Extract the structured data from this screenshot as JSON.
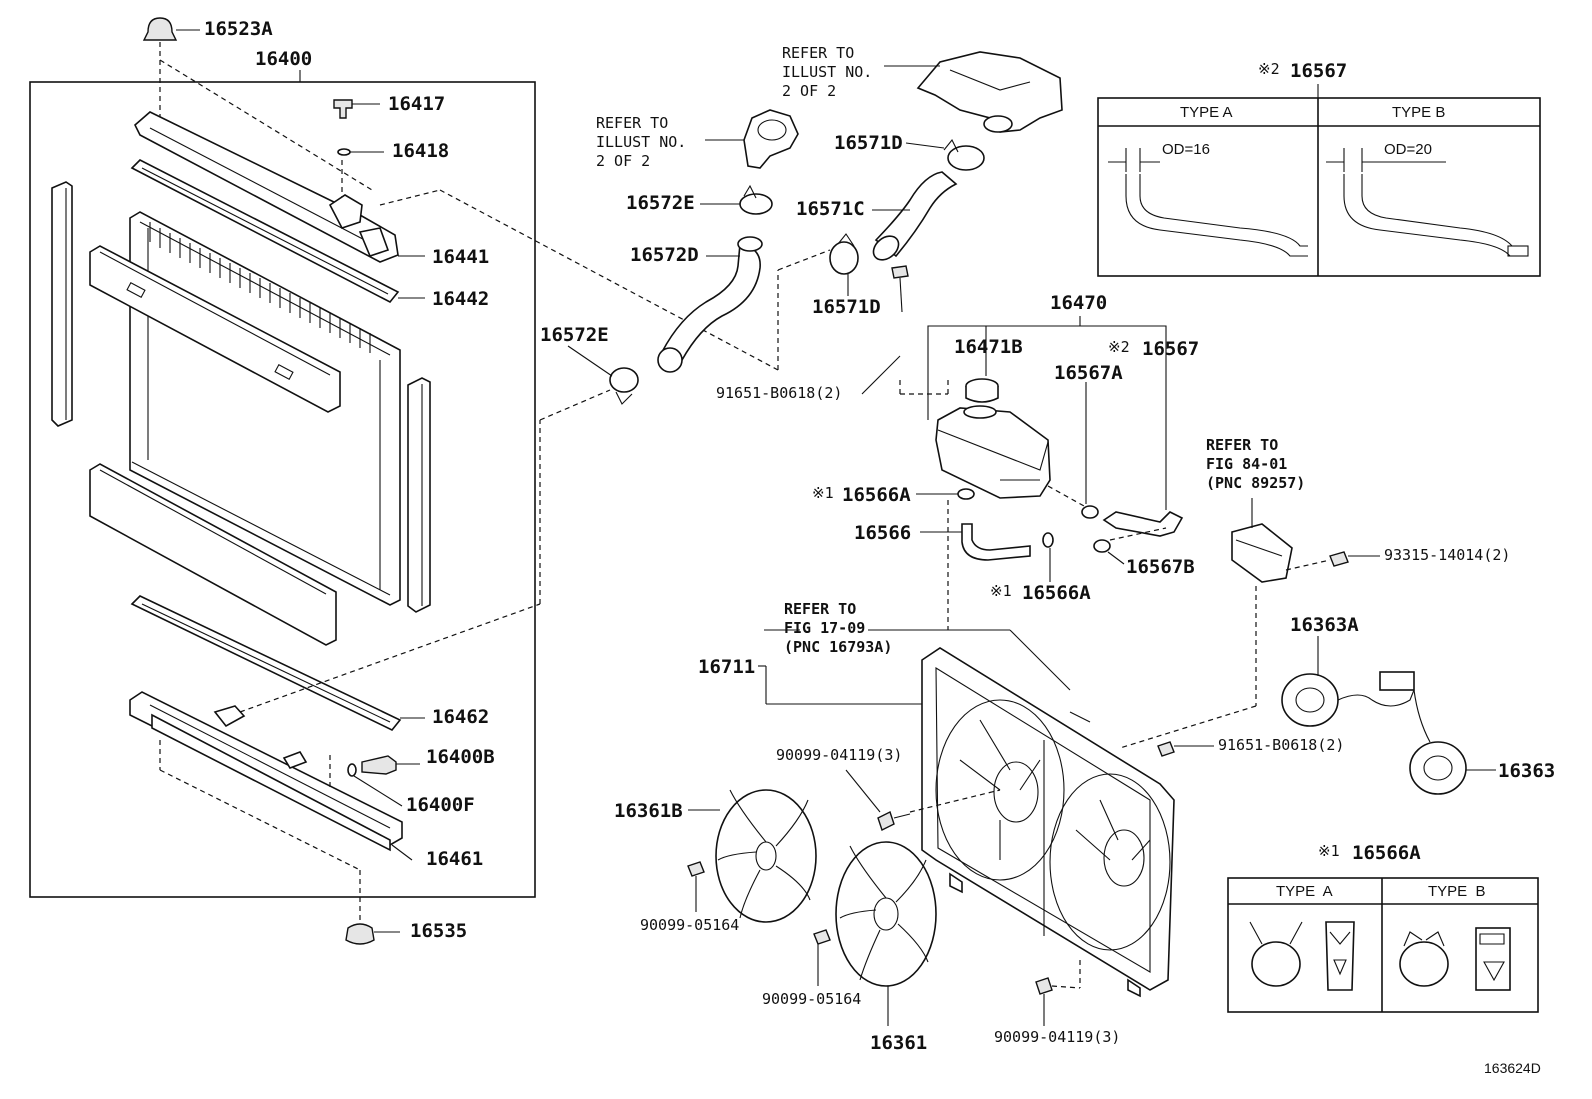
{
  "radiator_group": {
    "p16523A": "16523A",
    "p16400": "16400",
    "p16417": "16417",
    "p16418": "16418",
    "p16441": "16441",
    "p16442": "16442",
    "p16462": "16462",
    "p16400B": "16400B",
    "p16400F": "16400F",
    "p16461": "16461",
    "p16535": "16535"
  },
  "hoses": {
    "ref_top": "REFER TO\nILLUST NO.\n2 OF 2",
    "ref_thermo": "REFER TO\nILLUST NO.\n2 OF 2",
    "p16571D_top": "16571D",
    "p16571C": "16571C",
    "p16571D_bottom": "16571D",
    "p16572E_top": "16572E",
    "p16572D": "16572D",
    "p16572E_left": "16572E"
  },
  "reservoir": {
    "p16470": "16470",
    "p16471B": "16471B",
    "p16567_mark": "※2",
    "p16567": "16567",
    "p16567A": "16567A",
    "bolt": "91651-B0618(2)",
    "p16566A_mark_top": "※1",
    "p16566A_top": "16566A",
    "p16566": "16566",
    "p16566A_mark_bottom": "※1",
    "p16566A_bottom": "16566A",
    "p16567B": "16567B"
  },
  "fan": {
    "ref_shroud": "REFER TO\nFIG 17-09\n(PNC 16793A)",
    "p16711": "16711",
    "screw_top": "90099-04119(3)",
    "p16361B": "16361B",
    "nut_left": "90099-05164",
    "nut_bottom": "90099-05164",
    "p16361": "16361",
    "screw_bottom": "90099-04119(3)",
    "bolt_right": "91651-B0618(2)"
  },
  "controller": {
    "ref_fig": "REFER TO\nFIG 84-01\n(PNC 89257)",
    "bolt": "93315-14014(2)"
  },
  "motors": {
    "p16363A": "16363A",
    "p16363": "16363"
  },
  "hose_types": {
    "mark": "※2",
    "part": "16567",
    "type_a": "TYPE A",
    "type_b": "TYPE B",
    "od_a": "OD=16",
    "od_b": "OD=20"
  },
  "clamp_types": {
    "mark": "※1",
    "part": "16566A",
    "type_a": "TYPE  A",
    "type_b": "TYPE  B"
  },
  "figure_id": "163624D"
}
